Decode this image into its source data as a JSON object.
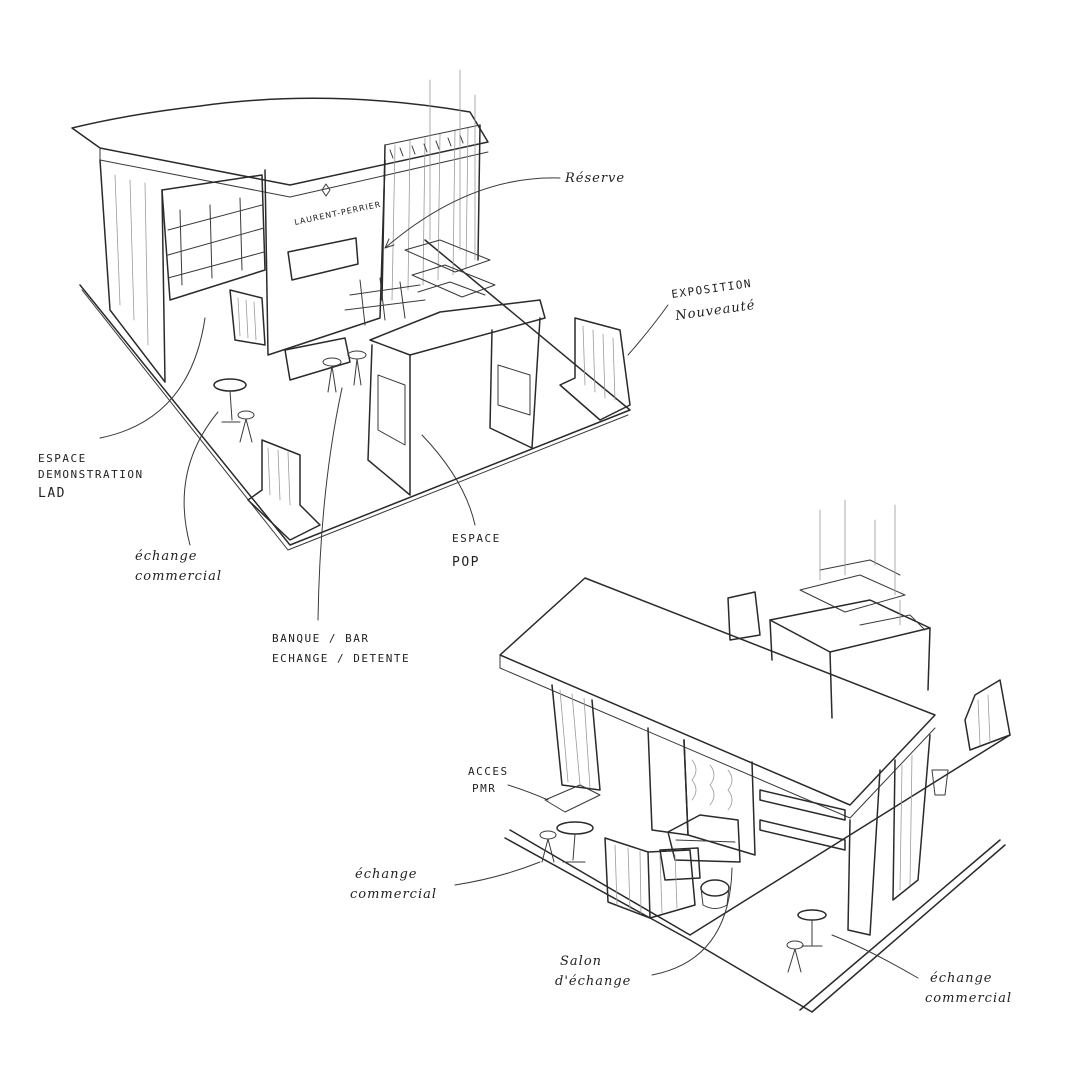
{
  "sketch1": {
    "brand": "LAURENT-PERRIER",
    "labels": {
      "reserve": "Réserve",
      "exposition_1": "EXPOSITION",
      "exposition_2": "Nouveauté",
      "demo_1": "ESPACE",
      "demo_2": "DEMONSTRATION",
      "demo_3": "LAD",
      "echange_1": "échange",
      "echange_2": "commercial",
      "banque_1": "BANQUE / BAR",
      "banque_2": "ECHANGE / DETENTE",
      "pop_1": "ESPACE",
      "pop_2": "POP"
    }
  },
  "sketch2": {
    "labels": {
      "acces_1": "ACCES",
      "acces_2": "PMR",
      "echange_left_1": "échange",
      "echange_left_2": "commercial",
      "salon_1": "Salon",
      "salon_2": "d'échange",
      "echange_right_1": "échange",
      "echange_right_2": "commercial"
    }
  }
}
